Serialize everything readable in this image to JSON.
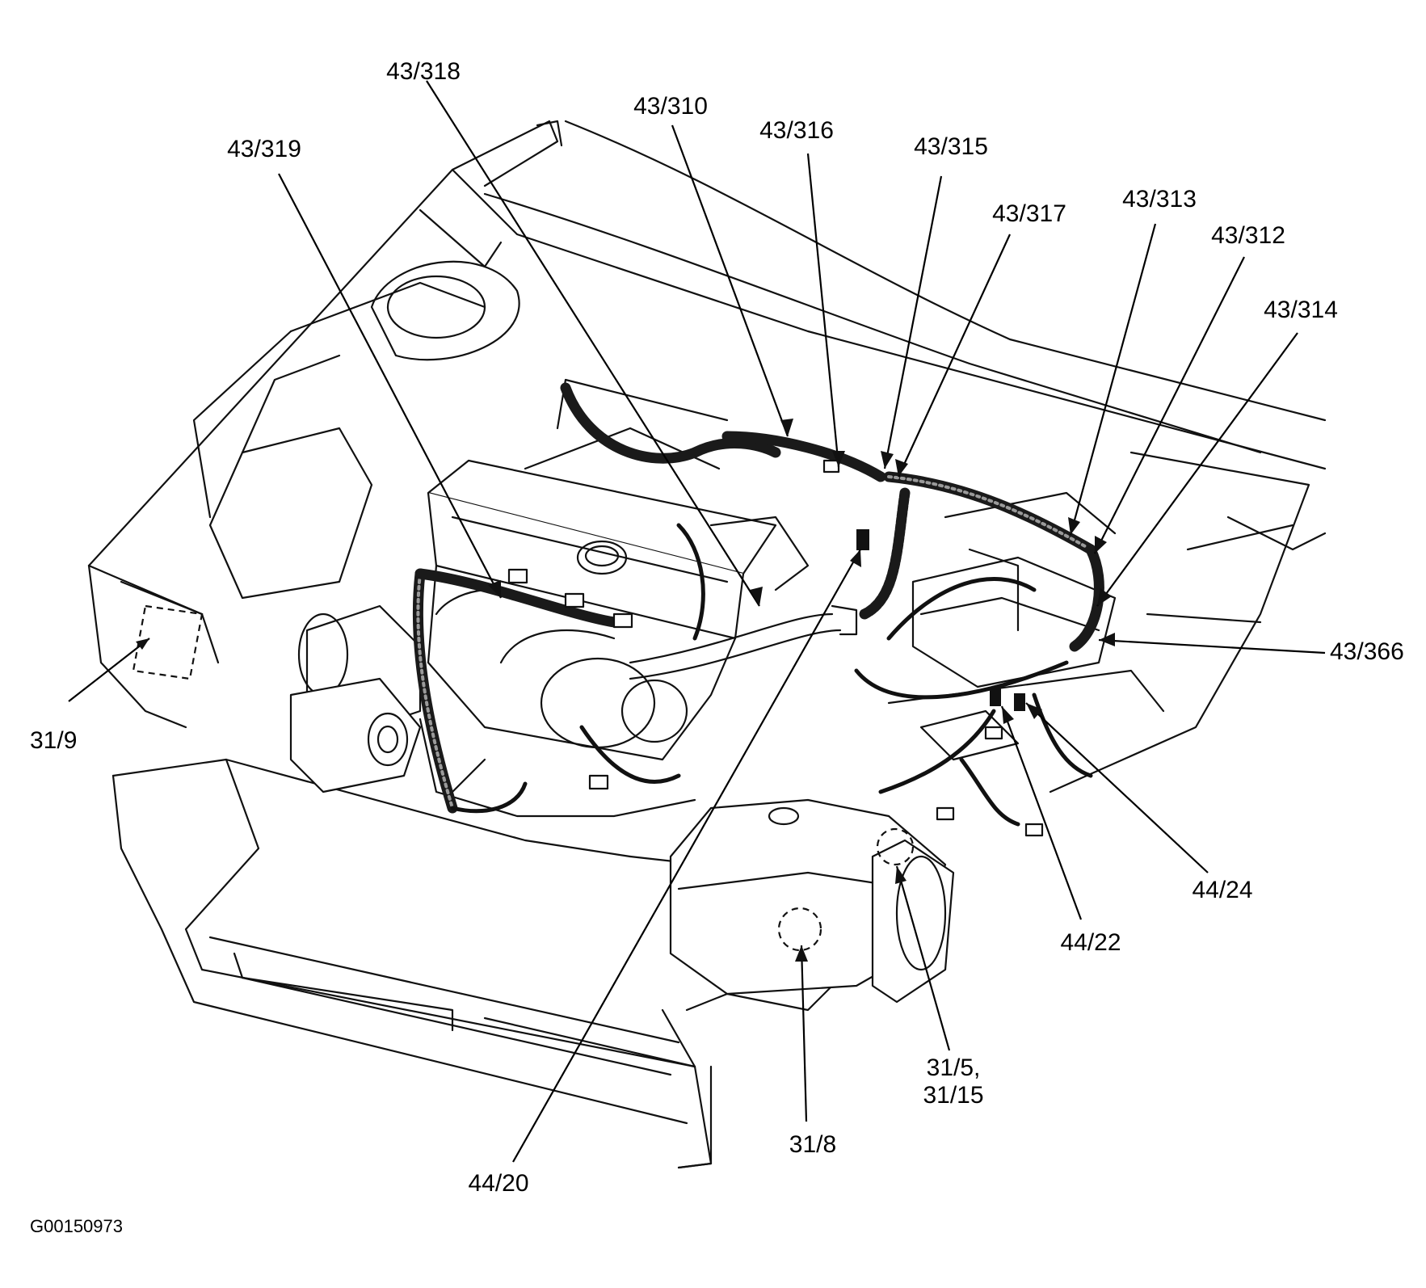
{
  "callouts": {
    "c43_318": "43/318",
    "c43_310": "43/310",
    "c43_316": "43/316",
    "c43_315": "43/315",
    "c43_319": "43/319",
    "c43_317": "43/317",
    "c43_313": "43/313",
    "c43_312": "43/312",
    "c43_314": "43/314",
    "c43_366": "43/366",
    "c31_9": "31/9",
    "c44_24": "44/24",
    "c44_22": "44/22",
    "c31_5_line1": "31/5,",
    "c31_5_line2": "31/15",
    "c31_8": "31/8",
    "c44_20": "44/20"
  },
  "figure_id": "G00150973",
  "colors": {
    "ink": "#111111",
    "background": "#ffffff"
  }
}
